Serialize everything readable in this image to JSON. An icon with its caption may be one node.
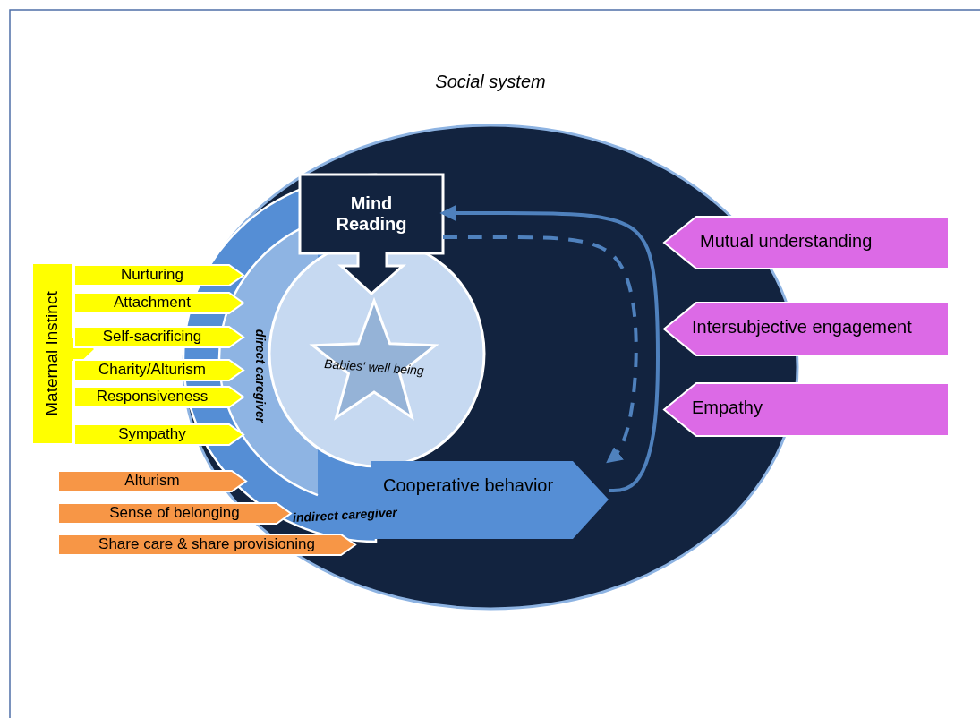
{
  "diagram": {
    "nodes": [
      {
        "text": [
          "Social system"
        ]
      },
      {
        "text": [
          "indirect caregiver"
        ],
        "in": 0
      },
      {
        "text": [
          "direct caregiver"
        ],
        "in": 1
      },
      {
        "text": [
          "Babies' well being"
        ],
        "in": 0
      },
      {
        "text": [
          "Mind Reading"
        ],
        "in": 0
      },
      {
        "text": [
          "Cooperative behavior"
        ],
        "in": 0
      },
      {
        "text": [
          "Maternal Instinct"
        ]
      },
      {
        "text": [
          "Nurturing"
        ]
      },
      {
        "text": [
          "Attachment"
        ]
      },
      {
        "text": [
          "Self-sacrificing"
        ]
      },
      {
        "text": [
          "Charity/Alturism"
        ]
      },
      {
        "text": [
          "Responsiveness"
        ]
      },
      {
        "text": [
          "Sympathy"
        ]
      },
      {
        "text": [
          "Alturism"
        ]
      },
      {
        "text": [
          "Sense of belonging"
        ]
      },
      {
        "text": [
          "Share care & share provisioning"
        ]
      },
      {
        "text": [
          "Mutual understanding"
        ]
      },
      {
        "text": [
          "Intersubjective engagement"
        ]
      },
      {
        "text": [
          "Empathy"
        ]
      }
    ],
    "edges": [
      {
        "from": 5,
        "to": 4,
        "arrow": "to"
      },
      {
        "from": 4,
        "to": 5,
        "arrow": "to",
        "style": "dashed"
      }
    ]
  }
}
